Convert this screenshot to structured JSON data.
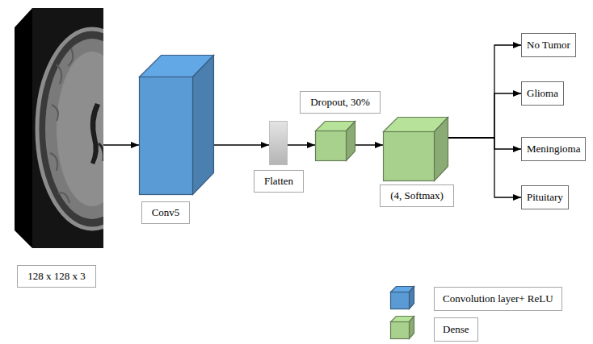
{
  "diagram": {
    "nodes": [
      {
        "text": [
          "128 x 128 x 3"
        ]
      },
      {
        "text": [
          "Conv5"
        ]
      },
      {
        "text": [
          "Flatten"
        ]
      },
      {
        "text": [
          "Dropout, 30%"
        ]
      },
      {
        "text": [
          "(4, Softmax)"
        ]
      },
      {
        "text": [
          "No Tumor"
        ]
      },
      {
        "text": [
          "Glioma"
        ]
      },
      {
        "text": [
          "Meningioma"
        ]
      },
      {
        "text": [
          "Pituitary"
        ]
      }
    ],
    "edges": [
      {
        "from": 0,
        "to": 1,
        "arrow": "to"
      },
      {
        "from": 1,
        "to": 2,
        "arrow": "to"
      },
      {
        "from": 2,
        "to": 3,
        "arrow": "to"
      },
      {
        "from": 3,
        "to": 4,
        "arrow": "to"
      },
      {
        "from": 4,
        "to": 5,
        "arrow": "to"
      },
      {
        "from": 4,
        "to": 6,
        "arrow": "to"
      },
      {
        "from": 4,
        "to": 7,
        "arrow": "to"
      },
      {
        "from": 4,
        "to": 8,
        "arrow": "to"
      }
    ],
    "legend": [
      {
        "text": "Convolution layer+ ReLU",
        "color": "#5b9bd5"
      },
      {
        "text": "Dense",
        "color": "#a9d18e"
      }
    ]
  }
}
